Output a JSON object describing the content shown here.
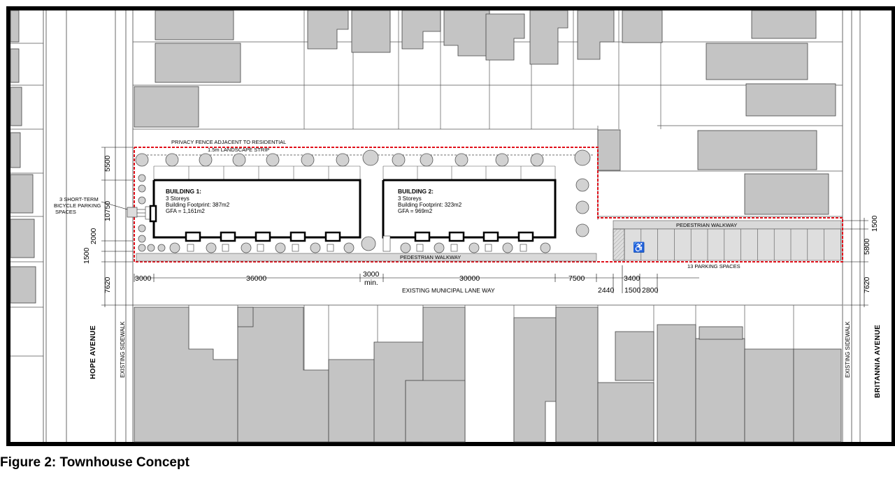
{
  "figure": {
    "caption": "Figure 2: Townhouse Concept"
  },
  "labels": {
    "privacy_fence": "PRIVACY FENCE ADJACENT TO RESIDENTIAL",
    "landscape_strip": "1.5m LANDSCAPE STRIP",
    "bicycle_1": "3 SHORT-TERM",
    "bicycle_2": "BICYCLE PARKING",
    "bicycle_3": "SPACES",
    "pedestrian_walkway_south": "PEDESTRIAN WALKWAY",
    "pedestrian_walkway_parking": "PEDESTRIAN WALKWAY",
    "parking_spaces": "13 PARKING SPACES",
    "lane_way": "EXISTING MUNICIPAL LANE WAY",
    "hope_avenue": "HOPE AVENUE",
    "britannia_avenue": "BRITANNIA AVENUE",
    "sidewalk_west": "EXISTING SIDEWALK",
    "sidewalk_east": "EXISTING SIDEWALK"
  },
  "buildings": [
    {
      "title": "BUILDING 1:",
      "storeys": "3 Storeys",
      "footprint": "Building Footprint: 387m2",
      "gfa": "GFA = 1,161m2"
    },
    {
      "title": "BUILDING 2:",
      "storeys": "3 Storeys",
      "footprint": "Building Footprint: 323m2",
      "gfa": "GFA = 969m2"
    }
  ],
  "dimensions": {
    "horizontal": {
      "d3000_left": "3000",
      "d36000": "36000",
      "d3000_mid": "3000",
      "d3000_mid_min": "min.",
      "d30000": "30000",
      "d7500": "7500",
      "d2440": "2440",
      "d3400": "3400",
      "d1500": "1500",
      "d2800": "2800"
    },
    "vertical_left": {
      "d5500": "5500",
      "d10750": "10750",
      "d2000": "2000",
      "d1500": "1500",
      "d7620": "7620"
    },
    "vertical_right": {
      "d1500": "1500",
      "d5800": "5800",
      "d7620": "7620"
    }
  },
  "colors": {
    "existing_building": "#c4c4c4",
    "site_boundary": "#e0101a",
    "tree_fill": "#d2d2d2",
    "walkway": "#d9d9d9",
    "frame": "#000000"
  }
}
